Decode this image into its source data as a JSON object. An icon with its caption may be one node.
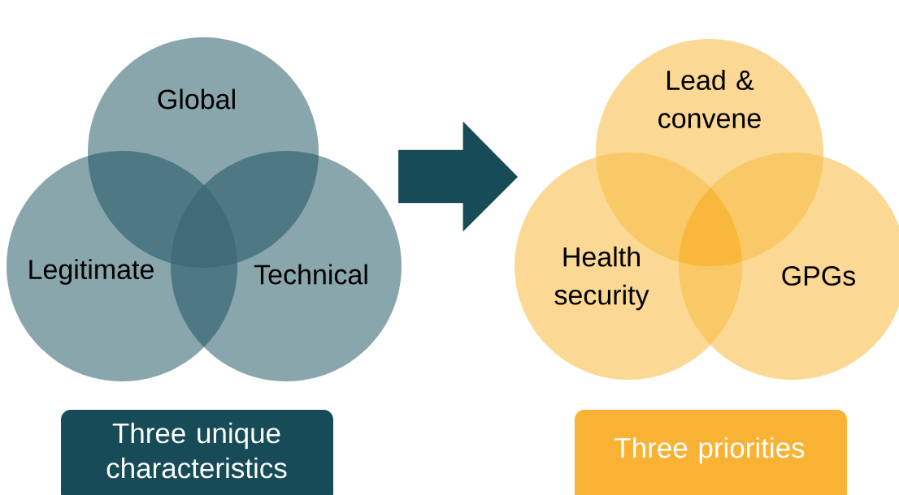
{
  "diagram": {
    "nodes": [
      {
        "text": [],
        "shape": "circle"
      },
      {
        "text": [
          "Global"
        ],
        "in": 0
      },
      {
        "text": [
          "Legitimate"
        ],
        "in": 0
      },
      {
        "text": [
          "Technical"
        ],
        "in": 0
      },
      {
        "text": [],
        "shape": "circle"
      },
      {
        "text": [
          "Lead & convene"
        ],
        "in": 4
      },
      {
        "text": [
          "Health security"
        ],
        "in": 4
      },
      {
        "text": [
          "GPGs"
        ],
        "in": 4
      },
      {
        "text": [
          "Three unique characteristics"
        ]
      },
      {
        "text": [
          "Three priorities"
        ]
      }
    ],
    "edges": [
      {
        "from": 0,
        "to": 4,
        "arrow": "to"
      }
    ]
  }
}
